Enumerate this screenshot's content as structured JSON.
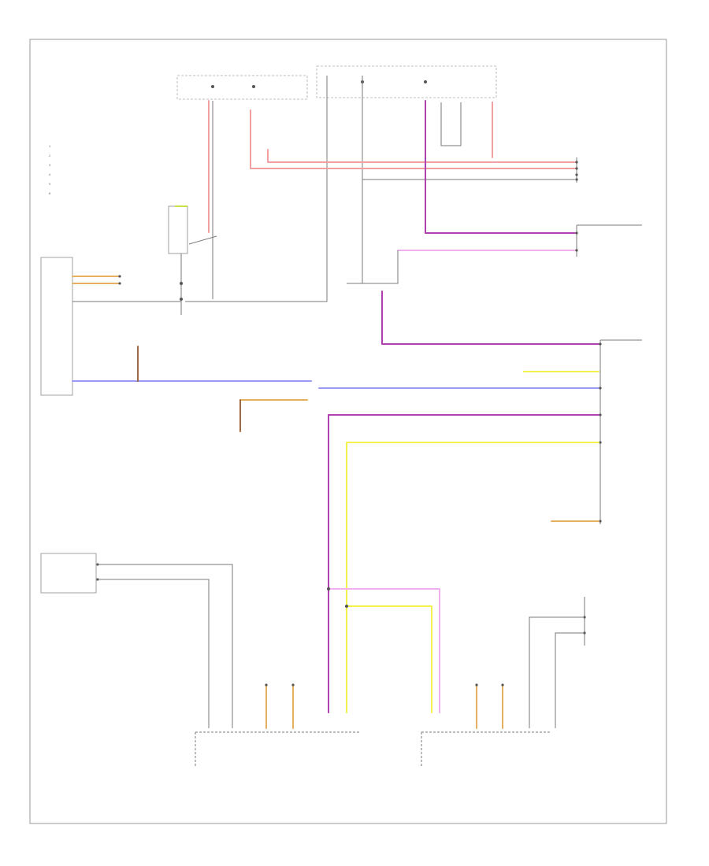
{
  "colors": {
    "frame": "#9a9a9a",
    "black": "#555555",
    "red": "#f0a0a0",
    "pink": "#f0b0f0",
    "violet": "#b040b0",
    "blue": "#9a9af2",
    "yellow": "#f2f24a",
    "orange": "#e6b060",
    "brown": "#a06840",
    "gray": "#a8a8a8",
    "lime": "#c8e04a"
  },
  "footer_code": "",
  "legend": [
    {
      "no": "1",
      "text": ""
    },
    {
      "no": "2",
      "text": ""
    },
    {
      "no": "3",
      "text": ""
    },
    {
      "no": "4",
      "text": ""
    },
    {
      "no": "5",
      "text": ""
    },
    {
      "no": "6",
      "text": ""
    }
  ],
  "components": {
    "left_module": "",
    "driver_door_switch": "",
    "driver_door_module": "",
    "passenger_door_module": "",
    "passenger_door_switch": "",
    "right_module": "",
    "connector_upper": "",
    "connector_mid": ""
  }
}
